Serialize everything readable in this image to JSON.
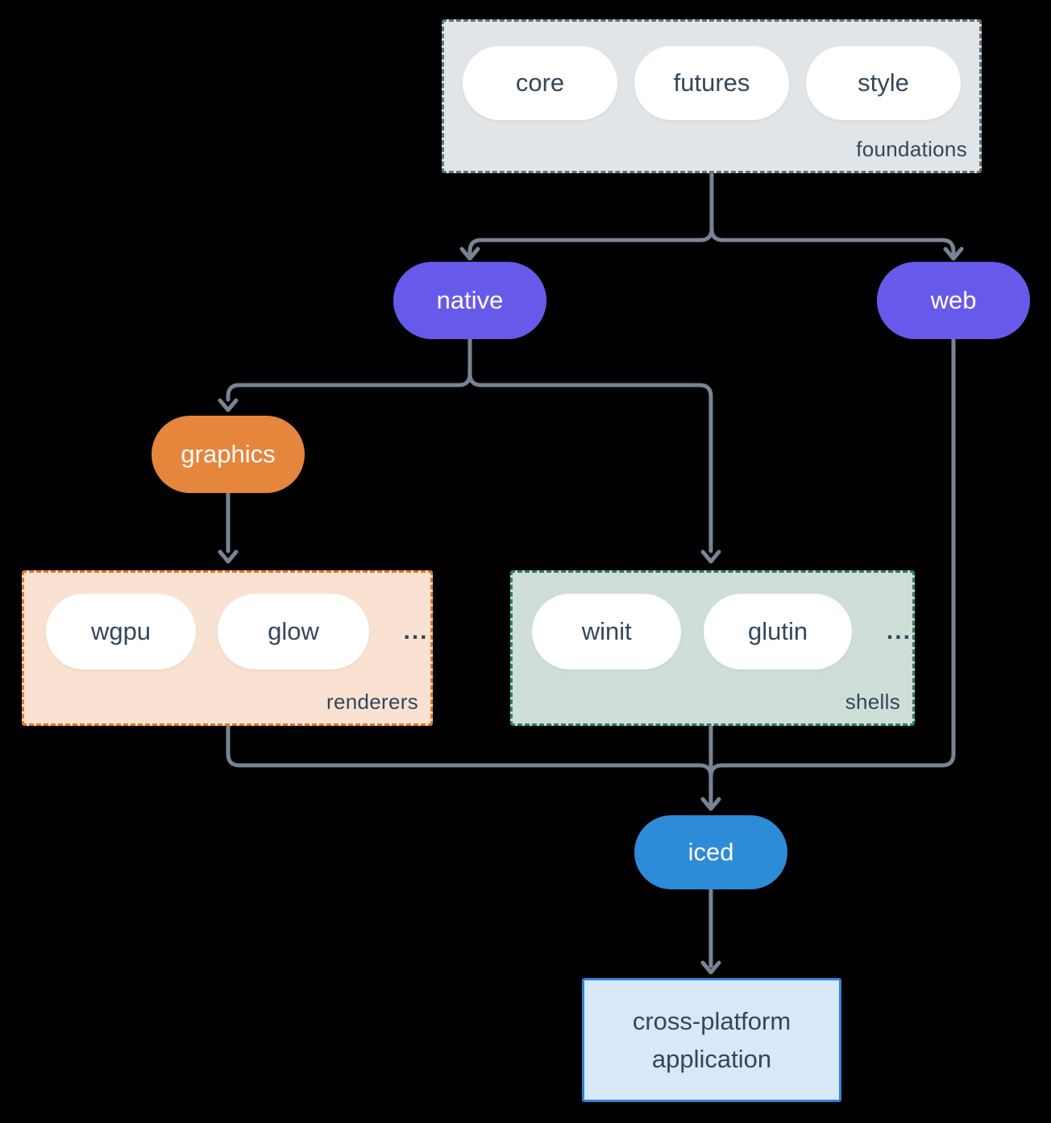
{
  "colors": {
    "background": "#000000",
    "connector": "#778494",
    "text_dark": "#33475a",
    "purple": "#675aeb",
    "orange": "#e6853c",
    "blue": "#2d8bd8",
    "pill_fill": "#ffffff",
    "foundations_fill": "#e2e5e8",
    "foundations_border": "#64737f",
    "renderers_fill": "#f9e2d2",
    "renderers_border": "#e2762a",
    "shells_fill": "#cfdfd8",
    "shells_border": "#2d7d6b",
    "app_fill": "#d7e8f8",
    "app_border": "#2b85d8"
  },
  "foundations": {
    "label": "foundations",
    "pills": [
      "core",
      "futures",
      "style"
    ]
  },
  "native": {
    "label": "native"
  },
  "web": {
    "label": "web"
  },
  "graphics": {
    "label": "graphics"
  },
  "renderers": {
    "label": "renderers",
    "pills": [
      "wgpu",
      "glow"
    ],
    "more": "..."
  },
  "shells": {
    "label": "shells",
    "pills": [
      "winit",
      "glutin"
    ],
    "more": "..."
  },
  "iced": {
    "label": "iced"
  },
  "application": {
    "label": "cross-platform application"
  }
}
